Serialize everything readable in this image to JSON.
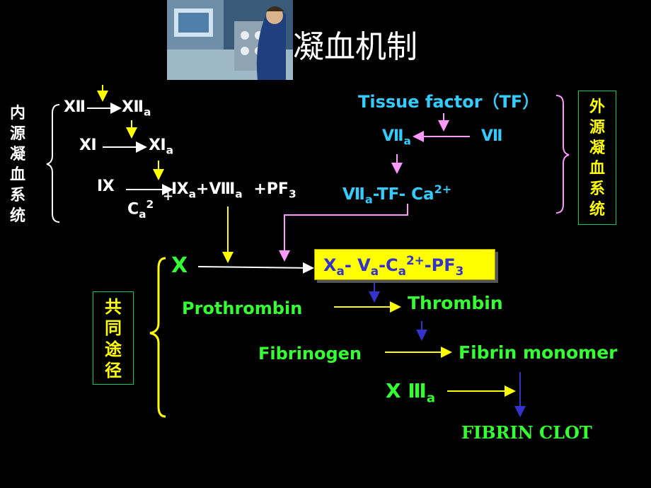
{
  "title": "凝血机制",
  "intrinsic": {
    "label_chars": [
      "内",
      "源",
      "凝",
      "血",
      "系",
      "统"
    ],
    "row1": {
      "from": "Ⅻ",
      "to_base": "Ⅻ",
      "to_sub": "a"
    },
    "row2": {
      "from": "Ⅺ",
      "to_base": "Ⅺ",
      "to_sub": "a"
    },
    "row3": {
      "from": "Ⅸ",
      "cofactor_base": "C",
      "cofactor_sub": "a",
      "cofactor_sup": "2",
      "cofactor_plus": "+",
      "product_ix": "Ⅸ",
      "product_ix_sub": "a",
      "plus1": "+",
      "product_viii": "Ⅷ",
      "product_viii_sub": "a",
      "plus2": "+PF",
      "pf_sub": "3"
    }
  },
  "extrinsic": {
    "label_chars": [
      "外",
      "源",
      "凝",
      "血",
      "系",
      "统"
    ],
    "tissue_factor": "Tissue factor（TF）",
    "viia": "Ⅶ",
    "viia_sub": "a",
    "vii": "Ⅶ",
    "complex_viia": "Ⅶ",
    "complex_viia_sub": "a",
    "complex_rest": "-TF- Ca",
    "complex_sup": "2+"
  },
  "common": {
    "label_chars": [
      "共",
      "同",
      "途",
      "径"
    ],
    "x": "X",
    "prothrombinase": {
      "xa": "X",
      "xa_sub": "a",
      "va_sep": "- V",
      "va_sub": "a",
      "ca": "-C",
      "ca_sub": "a",
      "ca_sup": "2+",
      "pf": "-PF",
      "pf_sub": "3"
    },
    "prothrombin": "Prothrombin",
    "thrombin": "Thrombin",
    "fibrinogen": "Fibrinogen",
    "fibrin_monomer": "Fibrin monomer",
    "xiii": "X Ⅲ",
    "xiii_sub": "a",
    "fibrin_clot": "FIBRIN CLOT"
  },
  "colors": {
    "background": "#000000",
    "white": "#ffffff",
    "green": "#33ff33",
    "cyan": "#33ccff",
    "yellow": "#ffff00",
    "pink": "#ff99ff",
    "blue": "#3333cc",
    "box_border": "#00cc66"
  }
}
